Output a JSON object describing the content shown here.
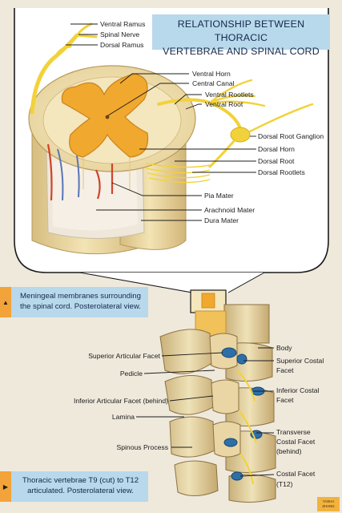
{
  "title": {
    "line1": "RELATIONSHIP BETWEEN THORACIC",
    "line2": "VERTEBRAE AND SPINAL CORD"
  },
  "callouts": [
    {
      "marker": "▲",
      "line1": "Meningeal membranes surrounding",
      "line2": "the spinal cord. Posterolateral view."
    },
    {
      "marker": "▶",
      "line1": "Thoracic vertebrae T9 (cut) to T12",
      "line2": "articulated.  Posterolateral view."
    }
  ],
  "cord_labels": {
    "ventral_ramus": "Ventral Ramus",
    "spinal_nerve": "Spinal Nerve",
    "dorsal_ramus": "Dorsal Ramus",
    "ventral_horn": "Ventral Horn",
    "central_canal": "Central Canal",
    "ventral_rootlets": "Ventral Rootlets",
    "ventral_root": "Ventral Root",
    "dorsal_root_ganglion": "Dorsal Root Ganglion",
    "dorsal_horn": "Dorsal Horn",
    "dorsal_root": "Dorsal Root",
    "dorsal_rootlets": "Dorsal Rootlets",
    "pia_mater": "Pia Mater",
    "arachnoid_mater": "Arachnoid Mater",
    "dura_mater": "Dura Mater"
  },
  "vertebra_labels": {
    "superior_articular_facet": "Superior Articular Facet",
    "pedicle": "Pedicle",
    "inferior_articular_facet": "Inferior Articular Facet (behind)",
    "lamina": "Lamina",
    "spinous_process": "Spinous Process",
    "body": "Body",
    "superior_costal_facet_1": "Superior Costal",
    "superior_costal_facet_2": "Facet",
    "inferior_costal_facet_1": "Inferior Costal",
    "inferior_costal_facet_2": "Facet",
    "transverse_costal_facet_1": "Transverse",
    "transverse_costal_facet_2": "Costal Facet",
    "transverse_costal_facet_3": "(behind)",
    "costal_facet_1": "Costal Facet",
    "costal_facet_2": "(T12)"
  },
  "signature": {
    "line1": "YASHA",
    "line2": "ZHANG"
  },
  "colors": {
    "accent_blue": "#b8d8ec",
    "accent_orange": "#f2a33a",
    "grey_matter": "#f0a82e",
    "nerve_yellow": "#f2d23a",
    "bone": "#e6d7ac",
    "text_dark": "#132a4a"
  }
}
